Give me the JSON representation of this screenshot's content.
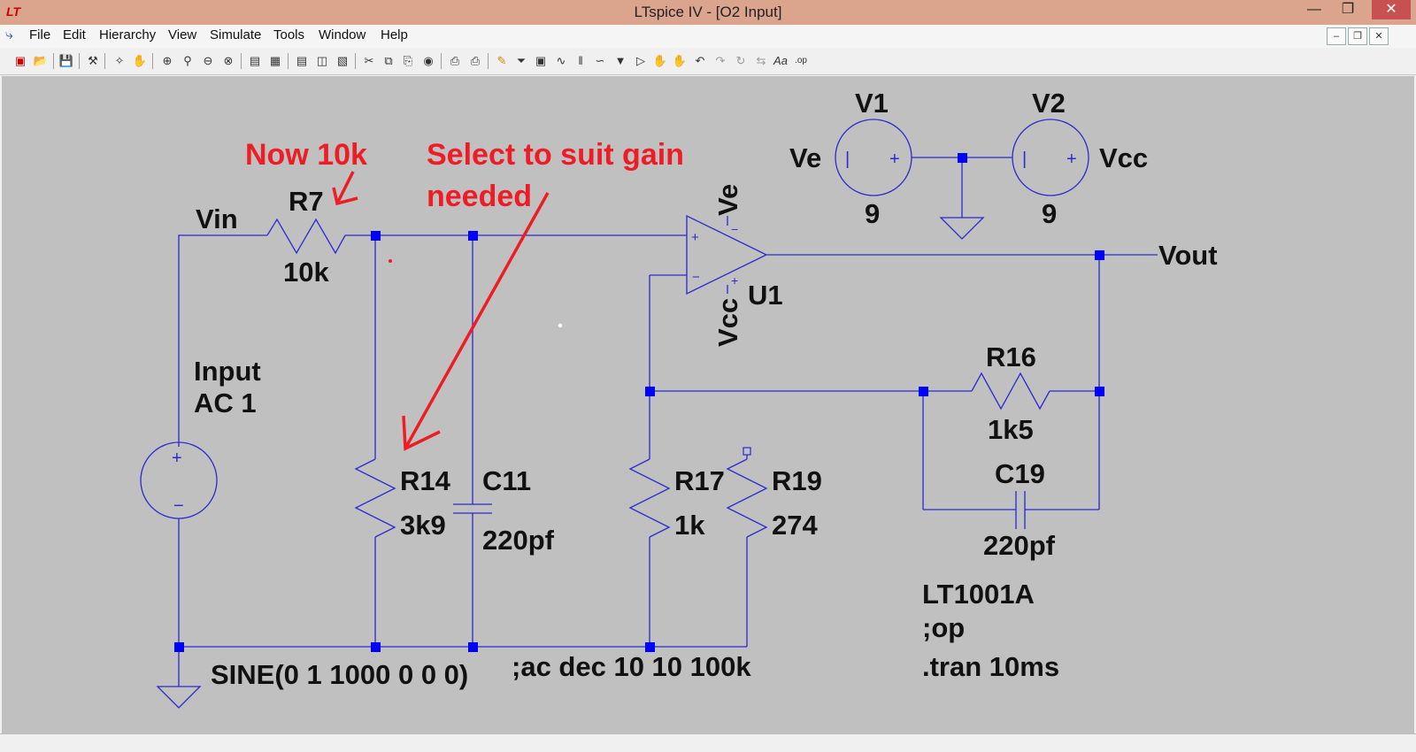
{
  "window": {
    "title": "LTspice IV - [O2 Input]"
  },
  "menu": {
    "items": [
      "File",
      "Edit",
      "Hierarchy",
      "View",
      "Simulate",
      "Tools",
      "Window",
      "Help"
    ]
  },
  "schematic": {
    "annotations": {
      "now_10k": "Now 10k",
      "select_line1": "Select to suit gain",
      "select_line2": "needed"
    },
    "nets": {
      "vin": "Vin",
      "vout": "Vout",
      "ve": "Ve",
      "vcc": "Vcc"
    },
    "components": {
      "r7": {
        "name": "R7",
        "value": "10k"
      },
      "r14": {
        "name": "R14",
        "value": "3k9"
      },
      "c11": {
        "name": "C11",
        "value": "220pf"
      },
      "r17": {
        "name": "R17",
        "value": "1k"
      },
      "r19": {
        "name": "R19",
        "value": "274"
      },
      "r16": {
        "name": "R16",
        "value": "1k5"
      },
      "c19": {
        "name": "C19",
        "value": "220pf"
      },
      "v1": {
        "name": "V1",
        "value": "9"
      },
      "v2": {
        "name": "V2",
        "value": "9"
      },
      "u1": {
        "name": "U1",
        "model": "LT1001A"
      },
      "vsrc": {
        "name": "Input",
        "ac": "AC 1",
        "sine": "SINE(0 1 1000 0 0 0)"
      }
    },
    "directives": {
      "ac": ";ac dec 10 10 100k",
      "op": ";op",
      "tran": ".tran 10ms"
    }
  },
  "colors": {
    "wire": "#2a2ad0",
    "node": "#0000ff",
    "annotation": "#ee1c24",
    "canvas": "#c0c0c0"
  }
}
